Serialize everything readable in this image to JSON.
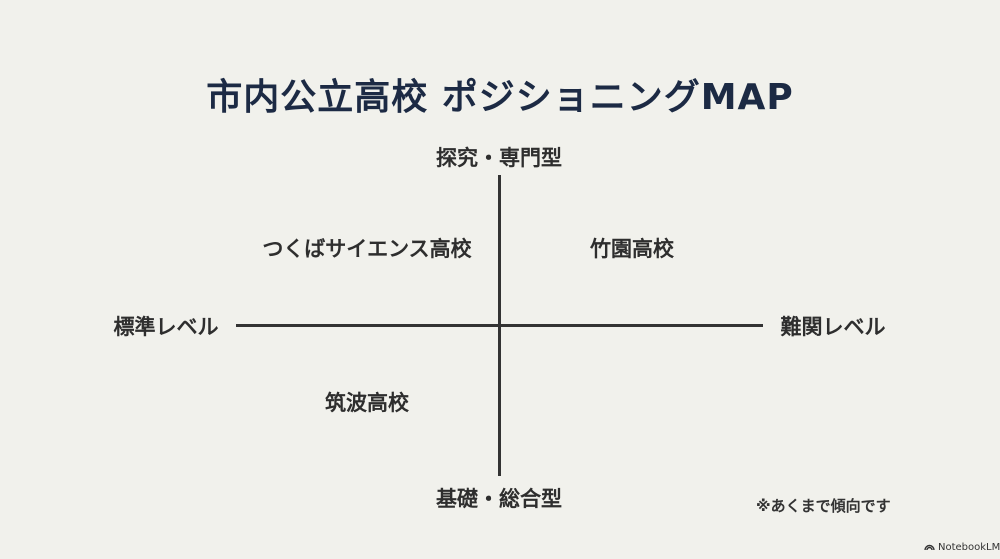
{
  "title": "市内公立高校 ポジショニングMAP",
  "axes": {
    "top": "探究・専門型",
    "bottom": "基礎・総合型",
    "left": "標準レベル",
    "right": "難関レベル"
  },
  "quadrants": {
    "top_left": "つくばサイエンス高校",
    "top_right": "竹園高校",
    "bottom_left": "筑波高校"
  },
  "note": "※あくまで傾向です",
  "brand": "NotebookLM",
  "colors": {
    "background": "#f1f1ec",
    "title": "#1c2a44",
    "text": "#2e2e2e"
  }
}
